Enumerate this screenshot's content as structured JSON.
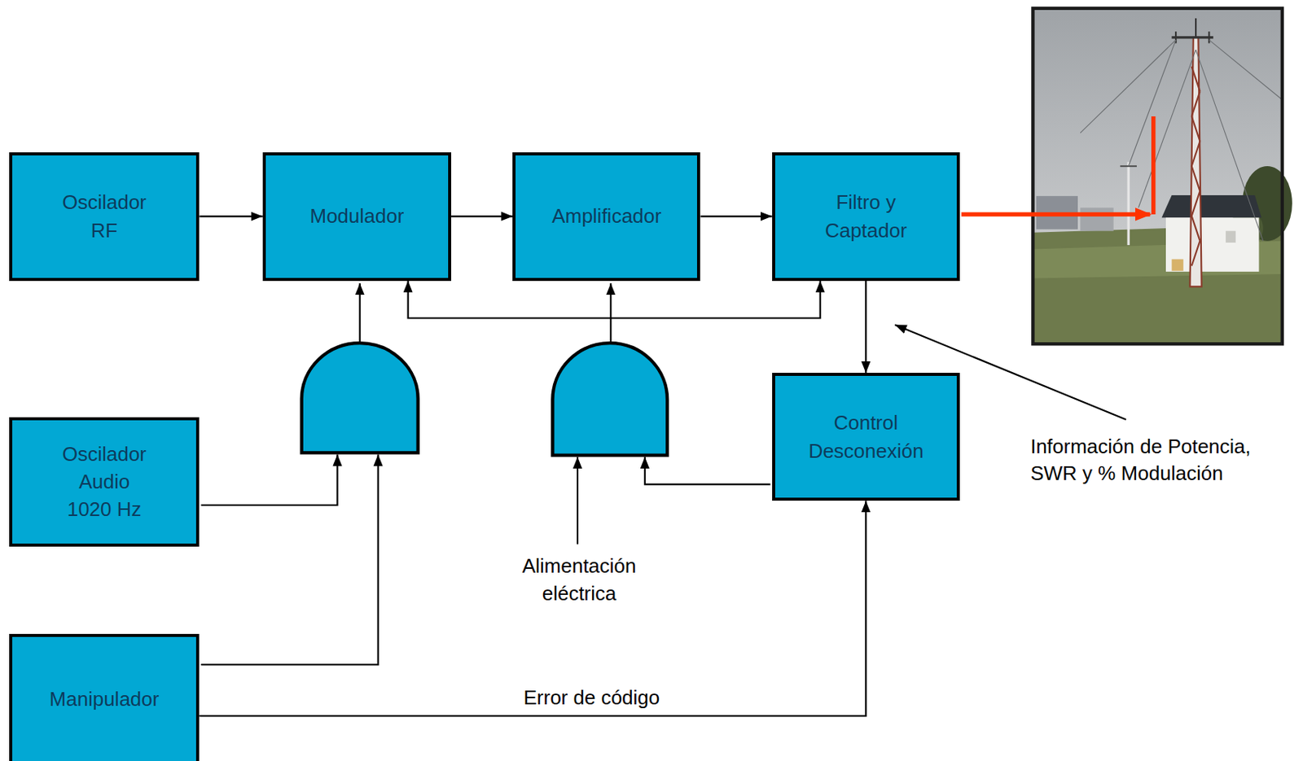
{
  "diagram": {
    "nodes": [
      {
        "text": [
          "Oscilador RF"
        ]
      },
      {
        "text": [
          "Modulador"
        ]
      },
      {
        "text": [
          "Amplificador"
        ]
      },
      {
        "text": [
          "Filtro y Captador"
        ]
      },
      {
        "text": [
          "Oscilador Audio 1020 Hz"
        ]
      },
      {
        "text": [
          "Control Desconexión"
        ]
      },
      {
        "text": [
          "Manipulador"
        ]
      }
    ],
    "edges": [
      {
        "from": 0,
        "to": 1,
        "arrow": "to"
      },
      {
        "from": 1,
        "to": 2,
        "arrow": "to"
      },
      {
        "from": 2,
        "to": 3,
        "arrow": "to"
      },
      {
        "from": 3,
        "to": 5,
        "arrow": "to"
      },
      {
        "from": 1,
        "to": 3,
        "arrow": "both"
      },
      {
        "from": 6,
        "to": 5,
        "label": "Error de código",
        "arrow": "to"
      }
    ],
    "labels": [
      "Alimentación eléctrica",
      "Información de Potencia, SWR y % Modulación"
    ]
  }
}
